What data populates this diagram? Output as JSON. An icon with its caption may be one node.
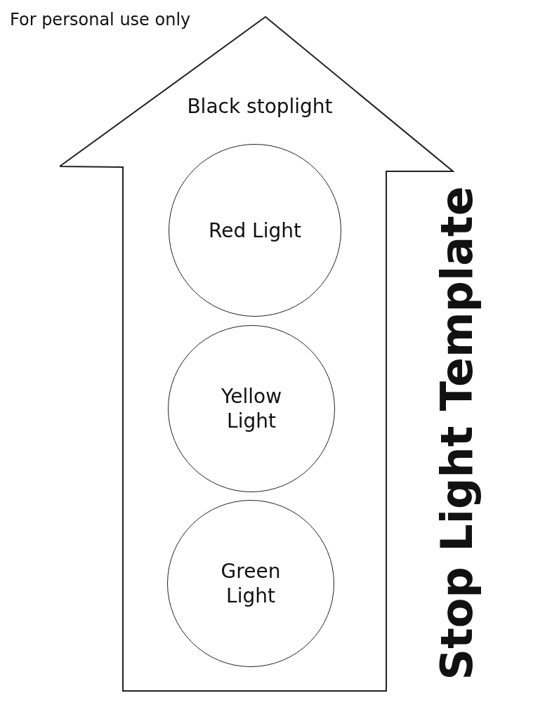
{
  "diagram": {
    "title": "Stop Light Template",
    "nodes": [
      {
        "text": [
          "Black stoplight"
        ]
      },
      {
        "text": [
          "Red Light"
        ],
        "in": 0
      },
      {
        "text": [
          "Yellow Light"
        ],
        "in": 0
      },
      {
        "text": [
          "Green Light"
        ],
        "in": 0
      }
    ],
    "edges": [],
    "labels": [
      "For personal use only"
    ]
  }
}
